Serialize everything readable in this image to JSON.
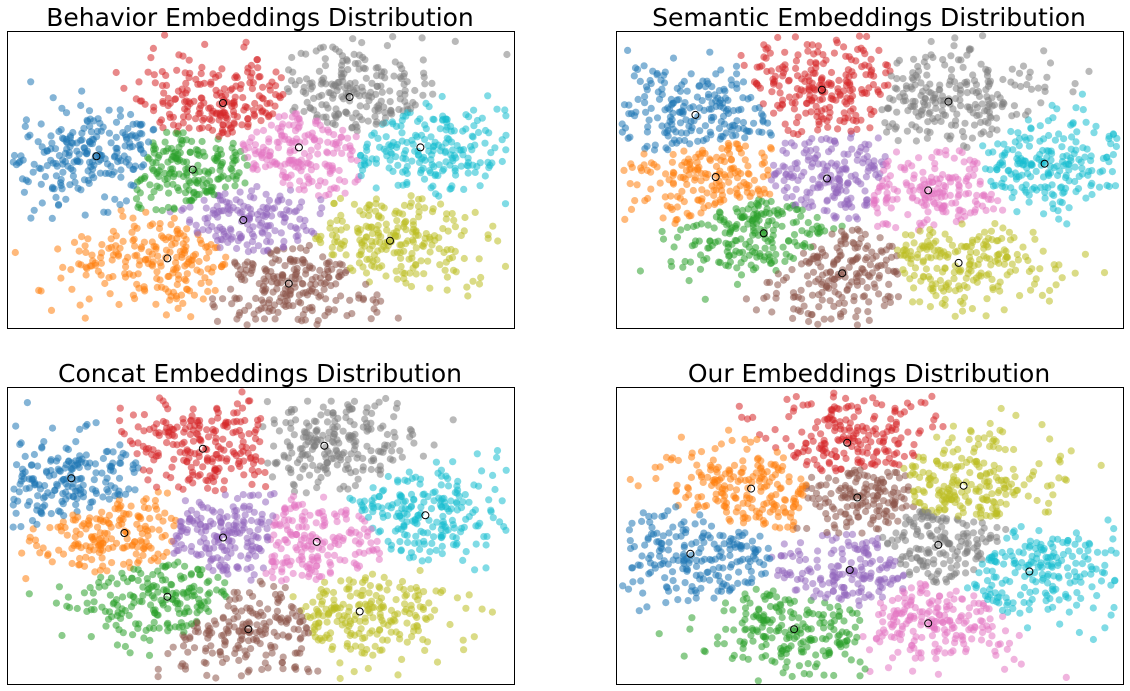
{
  "chart_data": [
    {
      "type": "scatter",
      "title": "Behavior Embeddings Distribution",
      "xlabel": "",
      "ylabel": "",
      "xlim": [
        0,
        100
      ],
      "ylim": [
        0,
        100
      ],
      "grid": false,
      "ticks": false,
      "centroids": [
        {
          "cluster": "blue",
          "x": 17.5,
          "y": 58.0
        },
        {
          "cluster": "red",
          "x": 42.5,
          "y": 76.0
        },
        {
          "cluster": "gray",
          "x": 67.5,
          "y": 78.0
        },
        {
          "cluster": "pink",
          "x": 57.5,
          "y": 61.0
        },
        {
          "cluster": "cyan",
          "x": 81.5,
          "y": 61.0
        },
        {
          "cluster": "green",
          "x": 36.5,
          "y": 53.5
        },
        {
          "cluster": "purple",
          "x": 46.5,
          "y": 36.5
        },
        {
          "cluster": "olive",
          "x": 75.5,
          "y": 29.5
        },
        {
          "cluster": "orange",
          "x": 31.5,
          "y": 23.5
        },
        {
          "cluster": "brown",
          "x": 55.5,
          "y": 15.0
        }
      ]
    },
    {
      "type": "scatter",
      "title": "Semantic Embeddings Distribution",
      "xlabel": "",
      "ylabel": "",
      "xlim": [
        0,
        100
      ],
      "ylim": [
        0,
        100
      ],
      "grid": false,
      "ticks": false,
      "centroids": [
        {
          "cluster": "blue",
          "x": 15.5,
          "y": 72.0
        },
        {
          "cluster": "red",
          "x": 40.5,
          "y": 80.5
        },
        {
          "cluster": "gray",
          "x": 65.5,
          "y": 76.5
        },
        {
          "cluster": "cyan",
          "x": 84.5,
          "y": 55.5
        },
        {
          "cluster": "orange",
          "x": 19.5,
          "y": 51.0
        },
        {
          "cluster": "purple",
          "x": 41.5,
          "y": 50.5
        },
        {
          "cluster": "pink",
          "x": 61.5,
          "y": 46.5
        },
        {
          "cluster": "green",
          "x": 29.0,
          "y": 32.0
        },
        {
          "cluster": "olive",
          "x": 67.5,
          "y": 22.0
        },
        {
          "cluster": "brown",
          "x": 44.5,
          "y": 18.5
        }
      ]
    },
    {
      "type": "scatter",
      "title": "Concat Embeddings Distribution",
      "xlabel": "",
      "ylabel": "",
      "xlim": [
        0,
        100
      ],
      "ylim": [
        0,
        100
      ],
      "grid": false,
      "ticks": false,
      "centroids": [
        {
          "cluster": "blue",
          "x": 12.5,
          "y": 69.5
        },
        {
          "cluster": "red",
          "x": 38.5,
          "y": 79.5
        },
        {
          "cluster": "gray",
          "x": 62.5,
          "y": 80.5
        },
        {
          "cluster": "cyan",
          "x": 82.5,
          "y": 57.0
        },
        {
          "cluster": "orange",
          "x": 23.0,
          "y": 51.0
        },
        {
          "cluster": "purple",
          "x": 42.5,
          "y": 49.5
        },
        {
          "cluster": "pink",
          "x": 61.0,
          "y": 48.0
        },
        {
          "cluster": "green",
          "x": 31.5,
          "y": 29.5
        },
        {
          "cluster": "olive",
          "x": 69.5,
          "y": 24.5
        },
        {
          "cluster": "brown",
          "x": 47.5,
          "y": 18.5
        }
      ]
    },
    {
      "type": "scatter",
      "title": "Our Embeddings Distribution",
      "xlabel": "",
      "ylabel": "",
      "xlim": [
        0,
        100
      ],
      "ylim": [
        0,
        100
      ],
      "grid": false,
      "ticks": false,
      "centroids": [
        {
          "cluster": "red",
          "x": 45.5,
          "y": 81.5
        },
        {
          "cluster": "orange",
          "x": 26.5,
          "y": 66.0
        },
        {
          "cluster": "brown",
          "x": 47.5,
          "y": 63.0
        },
        {
          "cluster": "olive",
          "x": 68.5,
          "y": 67.0
        },
        {
          "cluster": "gray",
          "x": 63.5,
          "y": 47.0
        },
        {
          "cluster": "blue",
          "x": 14.5,
          "y": 44.0
        },
        {
          "cluster": "purple",
          "x": 46.0,
          "y": 38.5
        },
        {
          "cluster": "cyan",
          "x": 81.5,
          "y": 38.0
        },
        {
          "cluster": "green",
          "x": 35.0,
          "y": 18.5
        },
        {
          "cluster": "pink",
          "x": 61.5,
          "y": 20.5
        }
      ]
    }
  ],
  "colors": {
    "blue": "#1f77b4",
    "orange": "#ff7f0e",
    "green": "#2ca02c",
    "red": "#d62728",
    "purple": "#9467bd",
    "brown": "#8c564b",
    "pink": "#e377c2",
    "gray": "#7f7f7f",
    "olive": "#bcbd22",
    "cyan": "#17becf"
  }
}
